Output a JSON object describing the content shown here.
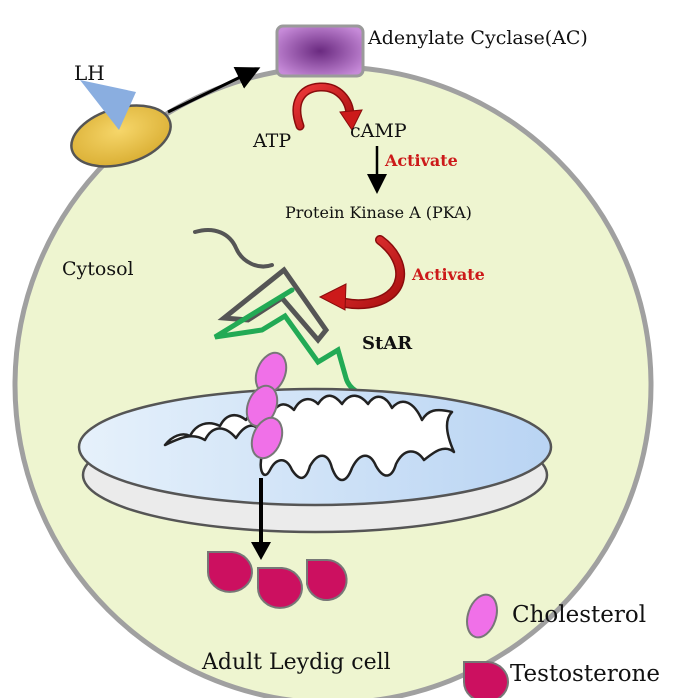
{
  "labels": {
    "lh": "LH",
    "adenylate_cyclase": "Adenylate Cyclase(AC)",
    "atp": "ATP",
    "camp": "cAMP",
    "activate_1": "Activate",
    "pka": "Protein Kinase A (PKA)",
    "activate_2": "Activate",
    "cytosol": "Cytosol",
    "star": "StAR",
    "cell_name": "Adult Leydig cell"
  },
  "legend": {
    "items": [
      {
        "icon": "cholesterol-icon",
        "label": "Cholesterol"
      },
      {
        "icon": "testosterone-icon",
        "label": "Testosterone"
      }
    ]
  },
  "colors": {
    "cell_fill": "#eef5d0",
    "cell_stroke": "#a0a0a0",
    "receptor": "#e8c24a",
    "lh_triangle": "#8aaee0",
    "adenylate_cyclase": "#a060c0",
    "activation_arrow": "#cc1a1a",
    "activate_text": "#cc1a1a",
    "star_protein": "#22aa55",
    "star_outline": "#555555",
    "cholesterol": "#f070e8",
    "testosterone": "#cc1060",
    "mitochondrion": "#cde2f8"
  }
}
